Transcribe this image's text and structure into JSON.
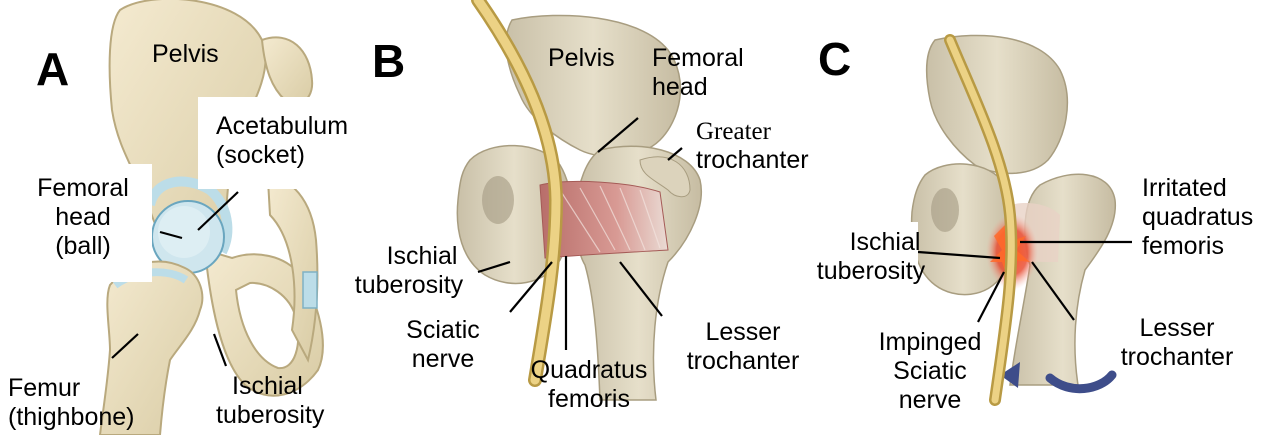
{
  "panels": [
    {
      "letter": "A",
      "labels": {
        "pelvis": "Pelvis",
        "acetabulum": "Acetabulum",
        "socket": "(socket)",
        "femoral_head_1": "Femoral",
        "femoral_head_2": "head",
        "femoral_head_3": "(ball)",
        "femur_1": "Femur",
        "femur_2": "(thighbone)",
        "ischial_1": "Ischial",
        "ischial_2": "tuberosity"
      }
    },
    {
      "letter": "B",
      "labels": {
        "pelvis": "Pelvis",
        "femoral_head_1": "Femoral",
        "femoral_head_2": "head",
        "greater_1": "Greater",
        "greater_2": "trochanter",
        "ischial_1": "Ischial",
        "ischial_2": "tuberosity",
        "sciatic_1": "Sciatic",
        "sciatic_2": "nerve",
        "quadratus_1": "Quadratus",
        "quadratus_2": "femoris",
        "lesser_1": "Lesser",
        "lesser_2": "trochanter"
      }
    },
    {
      "letter": "C",
      "labels": {
        "irritated_1": "Irritated",
        "irritated_2": "quadratus",
        "irritated_3": "femoris",
        "ischial_1": "Ischial",
        "ischial_2": "tuberosity",
        "impinged_1": "Impinged",
        "impinged_2": "Sciatic",
        "impinged_3": "nerve",
        "lesser_1": "Lesser",
        "lesser_2": "trochanter"
      }
    }
  ],
  "colors": {
    "bone": "#eee2bf",
    "bone_shadow": "#cfc39c",
    "cartilage": "#bcdde8",
    "nerve": "#e7c878",
    "muscle": "#c98a86",
    "inflamed": "#e23b1c"
  }
}
